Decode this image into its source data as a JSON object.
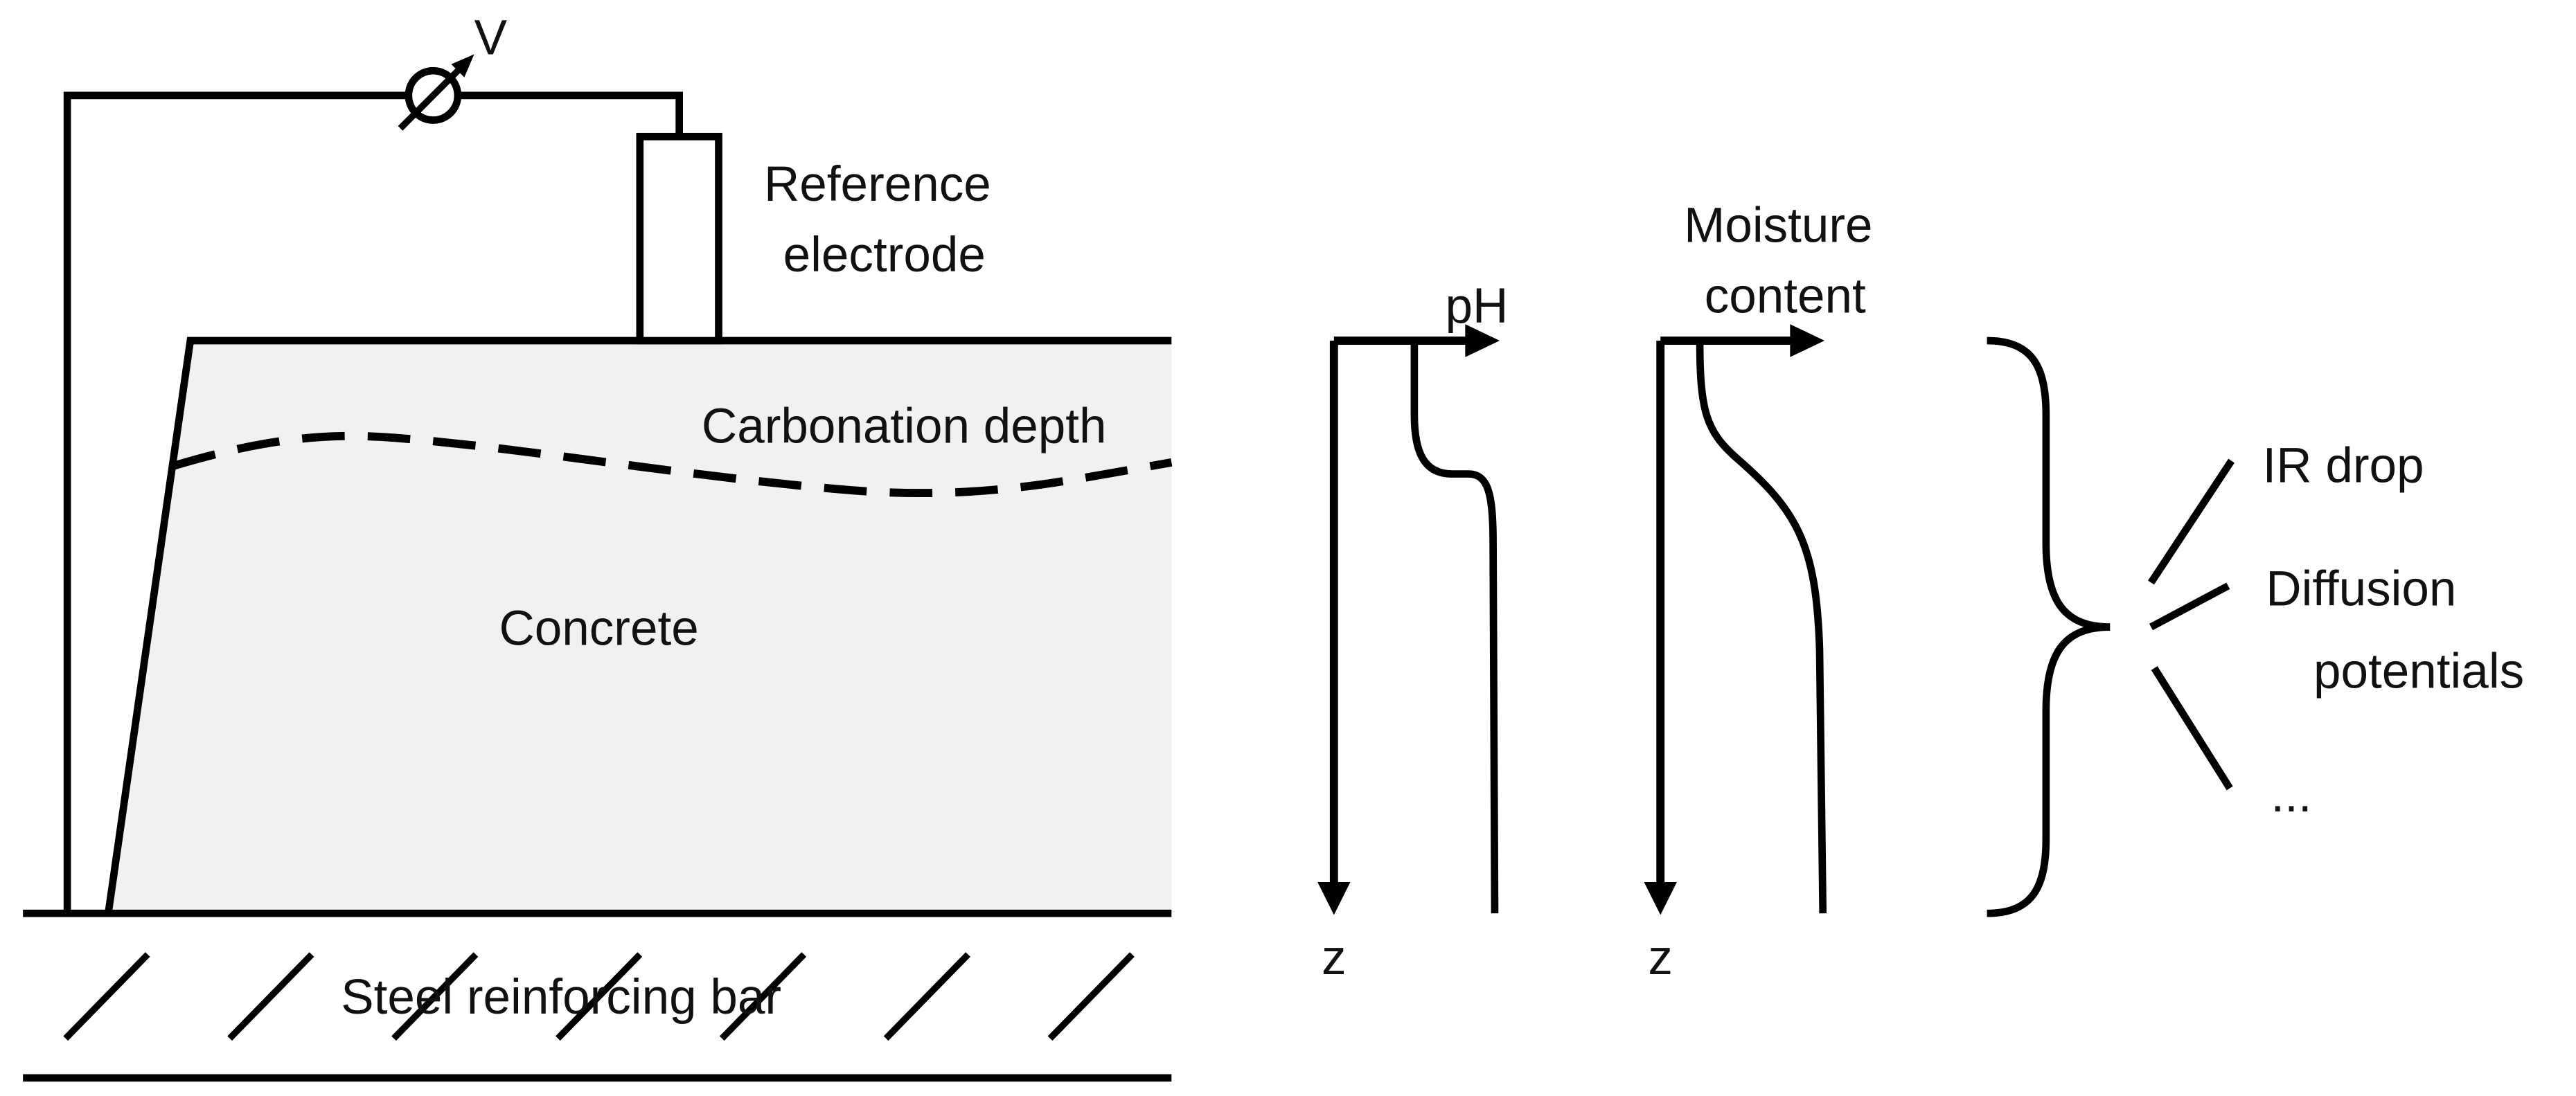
{
  "colors": {
    "line": "#000000",
    "concrete_fill": "#f1f1f1",
    "background": "#ffffff"
  },
  "labels": {
    "voltmeter": "V",
    "reference_electrode": [
      "Reference",
      "electrode"
    ],
    "carbonation_depth": "Carbonation depth",
    "concrete": "Concrete",
    "steel_bar": "Steel reinforcing bar",
    "ph_axis": "pH",
    "ph_depth_axis": "z",
    "moisture_axis": [
      "Moisture",
      "content"
    ],
    "moisture_depth_axis": "z",
    "influences": {
      "ir_drop": "IR drop",
      "diffusion_potentials": [
        "Diffusion",
        "potentials"
      ],
      "more": "..."
    }
  },
  "icons": {
    "voltmeter": "voltmeter-symbol"
  }
}
